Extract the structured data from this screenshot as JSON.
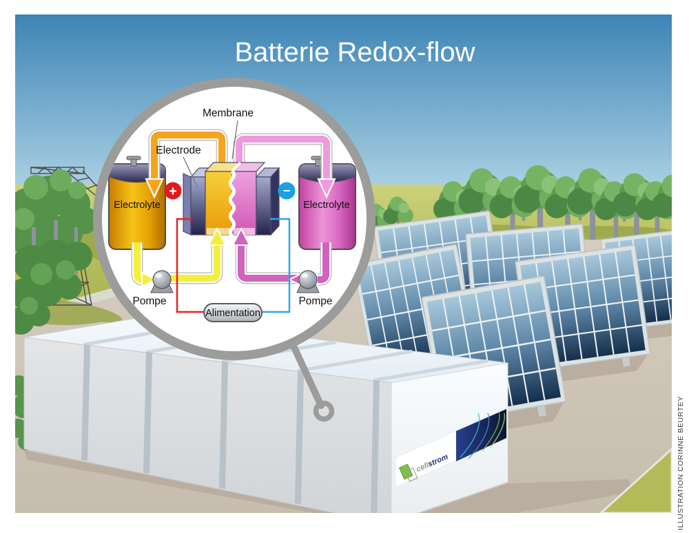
{
  "title": "Batterie Redox-flow",
  "credit": "ILLUSTRATION CORINNE BEURTEY",
  "magnifier": {
    "membrane_label": "Membrane",
    "electrode_label": "Electrode",
    "left_tank_label": "Electrolyte",
    "right_tank_label": "Electrolyte",
    "left_pump_label": "Pompe",
    "right_pump_label": "Pompe",
    "power_supply_label": "Alimentation",
    "positive_terminal": "+",
    "negative_terminal": "−"
  },
  "building": {
    "logo_cell": "cell",
    "logo_strom": "strom"
  },
  "colors": {
    "sky_top": "#3d84b6",
    "sky_bottom": "#a9d0e2",
    "grass": "#b2ba58",
    "ground": "#cdc3b4",
    "positive_red": "#e41a1a",
    "negative_blue": "#1ba0e0",
    "electrolyte_yellow": "#f7c317",
    "electrolyte_pink": "#ec94d8",
    "pipe_yellow": "#f3ef3d",
    "pipe_orange": "#f6a41e",
    "pipe_pink_light": "#ef9ade",
    "pipe_magenta": "#cf63bd",
    "magnifier_ring_gray": "#9c9c9a"
  }
}
